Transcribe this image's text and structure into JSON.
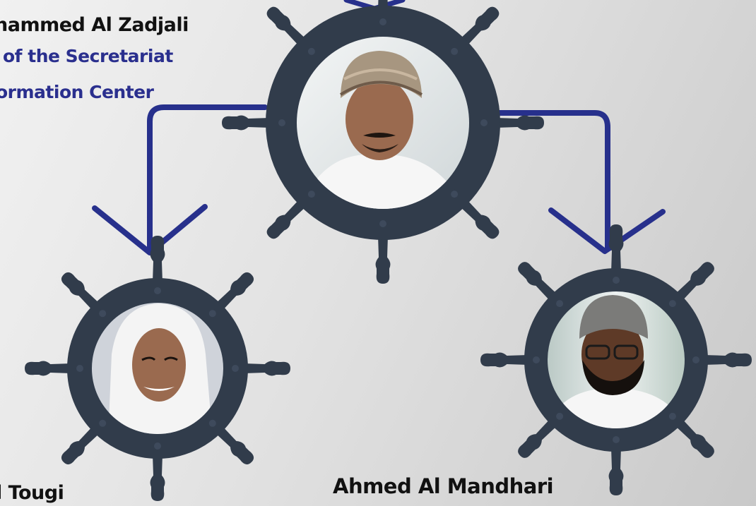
{
  "colors": {
    "wheel": "#313c4b",
    "connector": "#27308c",
    "title_text": "#2a2f8e",
    "photo_bg": "#e8ecee",
    "head_wrap": "#a79680",
    "skin": "#9a6a4f",
    "garment": "#f6f6f6",
    "cap": "#7b7b79",
    "hijab": "#f4f4f4"
  },
  "nodes": {
    "head": {
      "name": "hammed Al Zadjali",
      "title_line1": "of the Secretariat",
      "title_line2": "ormation Center",
      "photo_icon": "man-in-omani-turban-portrait"
    },
    "left": {
      "name": "l Tougi",
      "photo_icon": "woman-in-white-hijab-portrait"
    },
    "right": {
      "name": "Ahmed Al Mandhari",
      "photo_icon": "man-in-cap-with-glasses-portrait"
    }
  }
}
